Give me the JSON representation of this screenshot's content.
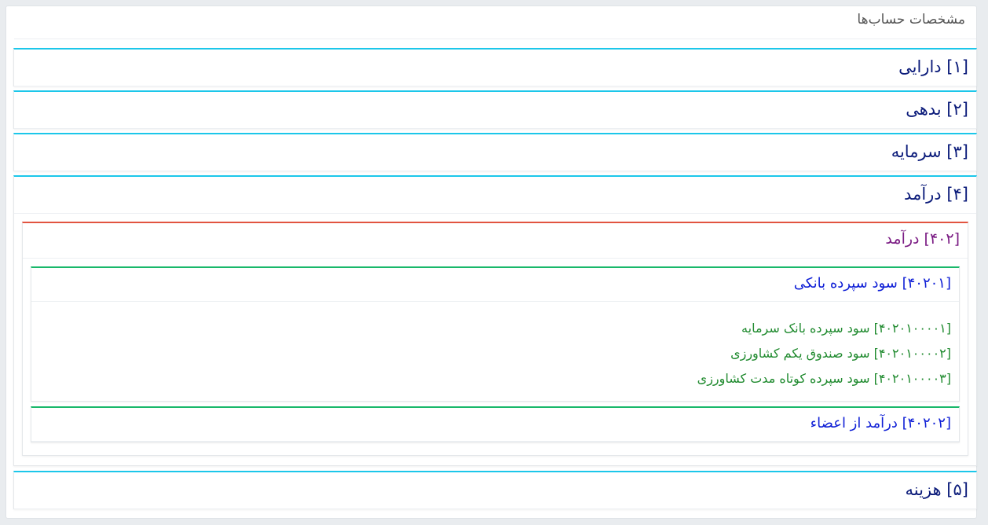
{
  "page": {
    "title": "مشخصات حساب‌ها"
  },
  "categories": [
    {
      "label": "[۱] دارایی"
    },
    {
      "label": "[۲] بدهی"
    },
    {
      "label": "[۳] سرمایه"
    },
    {
      "label": "[۴] درآمد"
    },
    {
      "label": "[۵] هزینه"
    }
  ],
  "revenue": {
    "sub": {
      "label": "[۴۰۲] درآمد"
    },
    "groups": [
      {
        "label": "[۴۰۲۰۱] سود سپرده بانکی",
        "accounts": [
          {
            "label": "[۴۰۲۰۱۰۰۰۰۱] سود سپرده بانک سرمایه"
          },
          {
            "label": "[۴۰۲۰۱۰۰۰۰۲] سود صندوق یکم کشاورزی"
          },
          {
            "label": "[۴۰۲۰۱۰۰۰۰۳] سود سپرده کوتاه مدت کشاورزی"
          }
        ]
      },
      {
        "label": "[۴۰۲۰۲] درآمد از اعضاء"
      }
    ]
  },
  "colors": {
    "category_accent": "#1cc7ea",
    "subcategory_accent": "#e25440",
    "group_accent": "#19b86a",
    "category_text": "#0b1b7a",
    "subcategory_text": "#7a1a83",
    "group_text": "#1020d6",
    "account_text": "#1f8a2e"
  }
}
